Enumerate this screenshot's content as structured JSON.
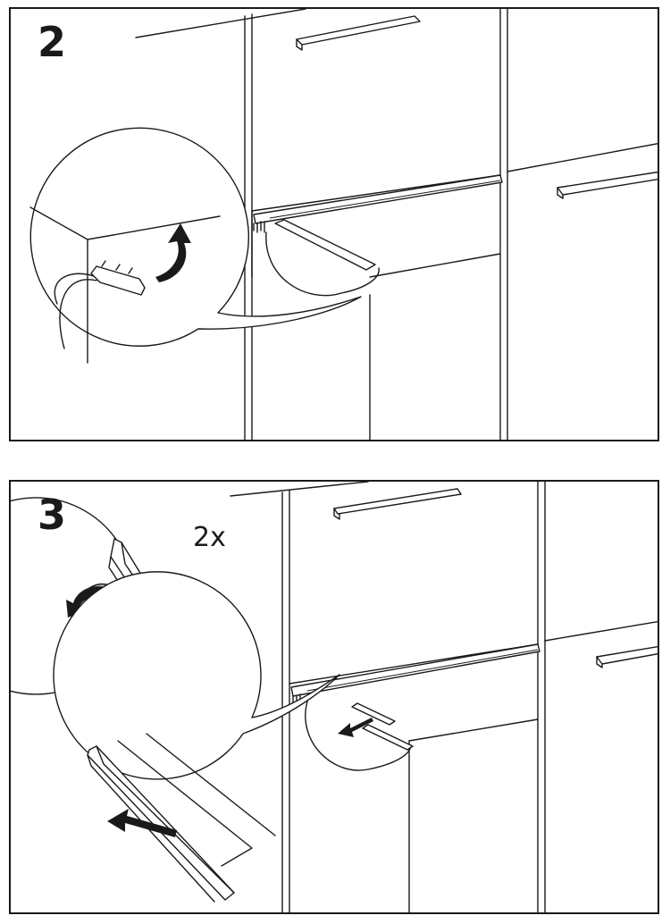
{
  "steps": [
    {
      "number": "2"
    },
    {
      "number": "3",
      "quantity": "2x"
    }
  ]
}
